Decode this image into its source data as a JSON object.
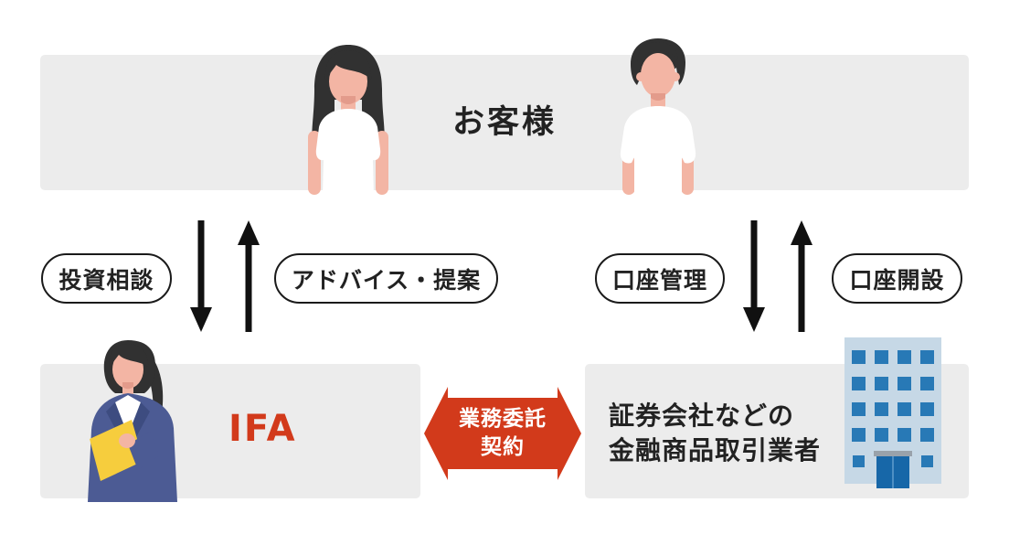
{
  "colors": {
    "background": "#ffffff",
    "panel_gray": "#ececec",
    "ink_black": "#1a1a1a",
    "accent_red": "#d23a1b",
    "building_body": "#c6d8e6",
    "building_window": "#2879b6",
    "building_door": "#1767a8",
    "building_lintel": "#99a2ab",
    "hair": "#313131",
    "skin": "#f3b5a4",
    "suit_navy": "#4c5b94",
    "folder_yellow": "#f6cd3d"
  },
  "customer_panel": {
    "label": "お客様"
  },
  "ifa_relation": {
    "request_label": "投資相談",
    "response_label": "アドバイス・提案"
  },
  "broker_relation": {
    "request_label": "口座管理",
    "response_label": "口座開設"
  },
  "ifa_panel": {
    "label": "IFA"
  },
  "contract_badge": {
    "line1": "業務委託",
    "line2": "契約"
  },
  "broker_panel": {
    "line1": "証券会社などの",
    "line2": "金融商品取引業者"
  },
  "icons": {
    "customer_woman": "woman-customer-illustration",
    "customer_man": "man-customer-illustration",
    "ifa_advisor": "ifa-advisor-illustration",
    "broker_building": "office-building-icon",
    "down_arrow": "black-down-arrow",
    "up_arrow": "black-up-arrow",
    "contract_arrow": "red-double-headed-arrow"
  }
}
